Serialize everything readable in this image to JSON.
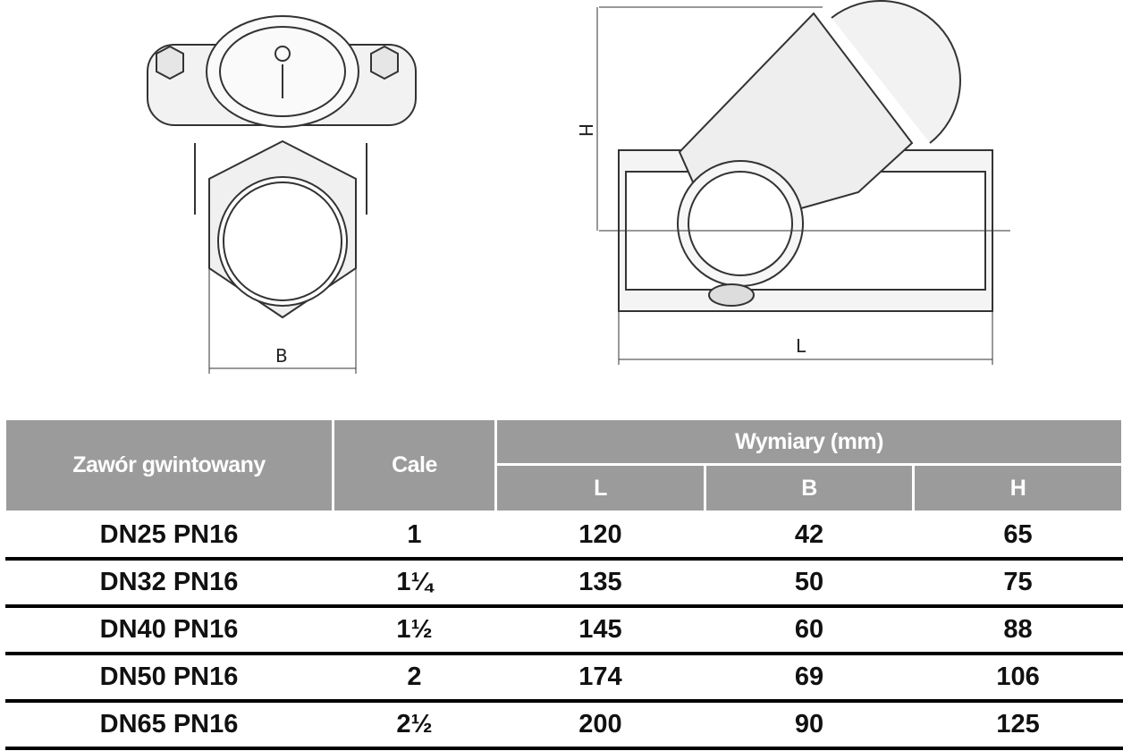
{
  "drawings": {
    "front_view": {
      "dimension_label": "B"
    },
    "side_view": {
      "height_label": "H",
      "length_label": "L"
    }
  },
  "table": {
    "headers": {
      "valve": "Zawór gwintowany",
      "inches": "Cale",
      "dimensions": "Wymiary (mm)",
      "L": "L",
      "B": "B",
      "H": "H"
    },
    "rows": [
      {
        "valve": "DN25 PN16",
        "inches": "1",
        "L": "120",
        "B": "42",
        "H": "65"
      },
      {
        "valve": "DN32 PN16",
        "inches": "1¼",
        "L": "135",
        "B": "50",
        "H": "75"
      },
      {
        "valve": "DN40 PN16",
        "inches": "1½",
        "L": "145",
        "B": "60",
        "H": "88"
      },
      {
        "valve": "DN50 PN16",
        "inches": "2",
        "L": "174",
        "B": "69",
        "H": "106"
      },
      {
        "valve": "DN65 PN16",
        "inches": "2½",
        "L": "200",
        "B": "90",
        "H": "125"
      }
    ]
  }
}
